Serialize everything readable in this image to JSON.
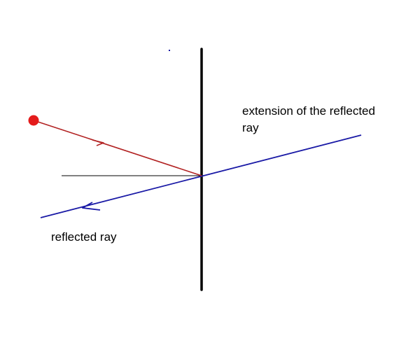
{
  "diagram": {
    "labels": {
      "extension_line1": "extension of the reflected",
      "extension_line2": "ray",
      "reflected_ray": "reflected ray"
    },
    "colors": {
      "background": "#ffffff",
      "mirror": "#000000",
      "incident_ray": "#b22222",
      "reflected_ray": "#1a1aa6",
      "normal": "#000000",
      "source_point": "#e41b1b"
    }
  }
}
